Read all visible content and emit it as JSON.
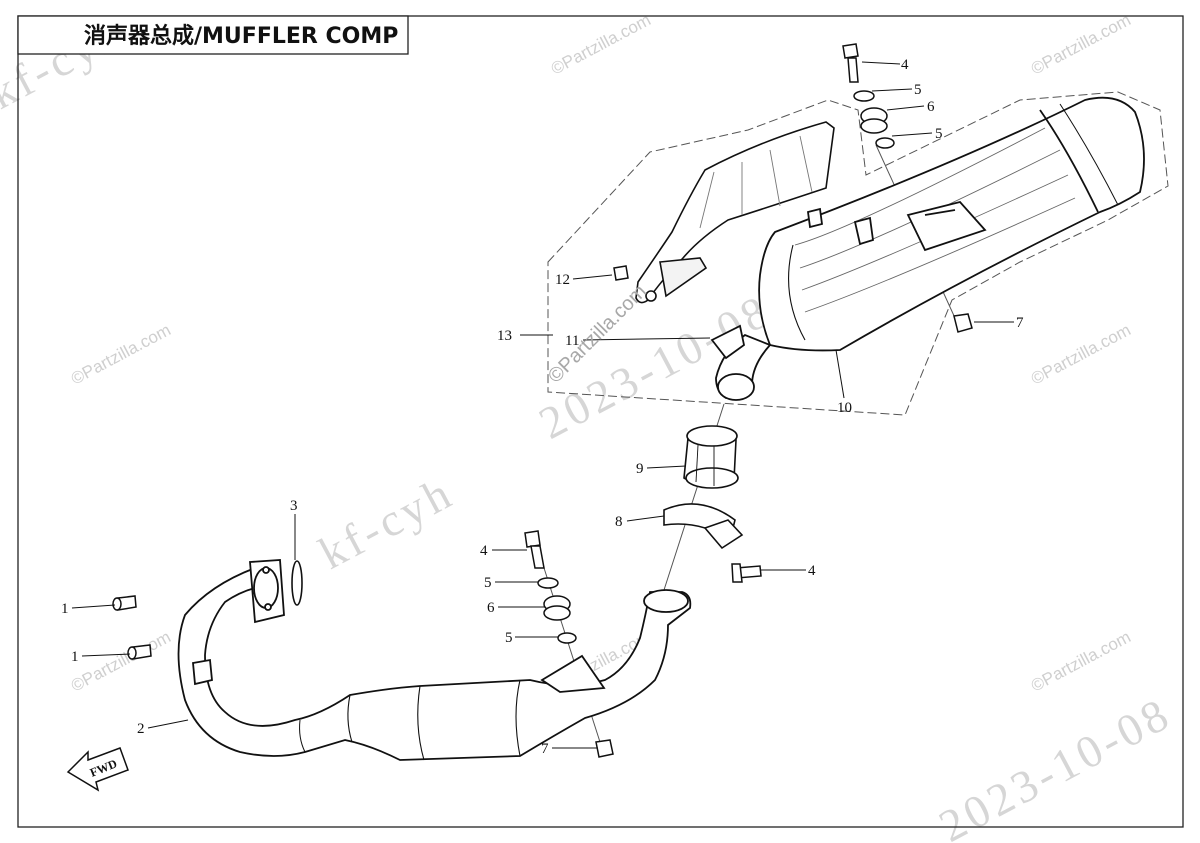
{
  "diagram_title": "消声器总成/MUFFLER COMP",
  "fwd_label": "FWD",
  "callouts": {
    "c1a": "1",
    "c1b": "1",
    "c2": "2",
    "c3": "3",
    "c4a": "4",
    "c4b": "4",
    "c4c": "4",
    "c5a": "5",
    "c5b": "5",
    "c5c": "5",
    "c5d": "5",
    "c6a": "6",
    "c6b": "6",
    "c7a": "7",
    "c7b": "7",
    "c8": "8",
    "c9": "9",
    "c10": "10",
    "c11": "11",
    "c12": "12",
    "c13": "13"
  },
  "watermarks": {
    "partzilla": "©Partzilla.com",
    "date_mid": "2023-10-08",
    "date_br": "2023-10-08",
    "cyh": "kf-cyh",
    "cyh_tl": "kf-cyh"
  }
}
